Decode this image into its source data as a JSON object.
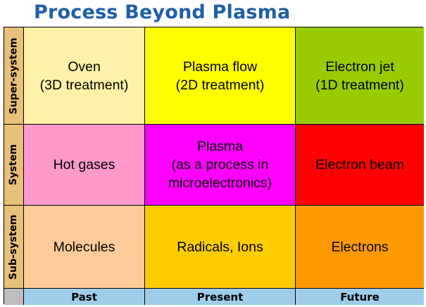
{
  "title": "Process Beyond Plasma",
  "rows": [
    {
      "label": "Super-system",
      "cells": [
        {
          "lines": [
            "Oven",
            "(3D treatment)"
          ],
          "color": "#fff2a8"
        },
        {
          "lines": [
            "Plasma flow",
            "(2D treatment)"
          ],
          "color": "#ffff00"
        },
        {
          "lines": [
            "Electron jet",
            "(1D treatment)"
          ],
          "color": "#99cc00"
        }
      ]
    },
    {
      "label": "System",
      "cells": [
        {
          "lines": [
            "Hot gases"
          ],
          "color": "#ff99cc"
        },
        {
          "lines": [
            "Plasma",
            "(as a process in",
            "microelectronics)"
          ],
          "color": "#ff00ff"
        },
        {
          "lines": [
            "Electron beam"
          ],
          "color": "#ff0000"
        }
      ]
    },
    {
      "label": "Sub-system",
      "cells": [
        {
          "lines": [
            "Molecules"
          ],
          "color": "#ffcc99"
        },
        {
          "lines": [
            "Radicals, Ions"
          ],
          "color": "#ffcc00"
        },
        {
          "lines": [
            "Electrons"
          ],
          "color": "#ff9900"
        }
      ]
    }
  ],
  "columns": [
    "Past",
    "Present",
    "Future"
  ],
  "colors": {
    "title": "#1f5fa8",
    "side_labels": "#e8c07a",
    "column_labels": "#9fcde9",
    "corner": "#bdbdbd"
  }
}
